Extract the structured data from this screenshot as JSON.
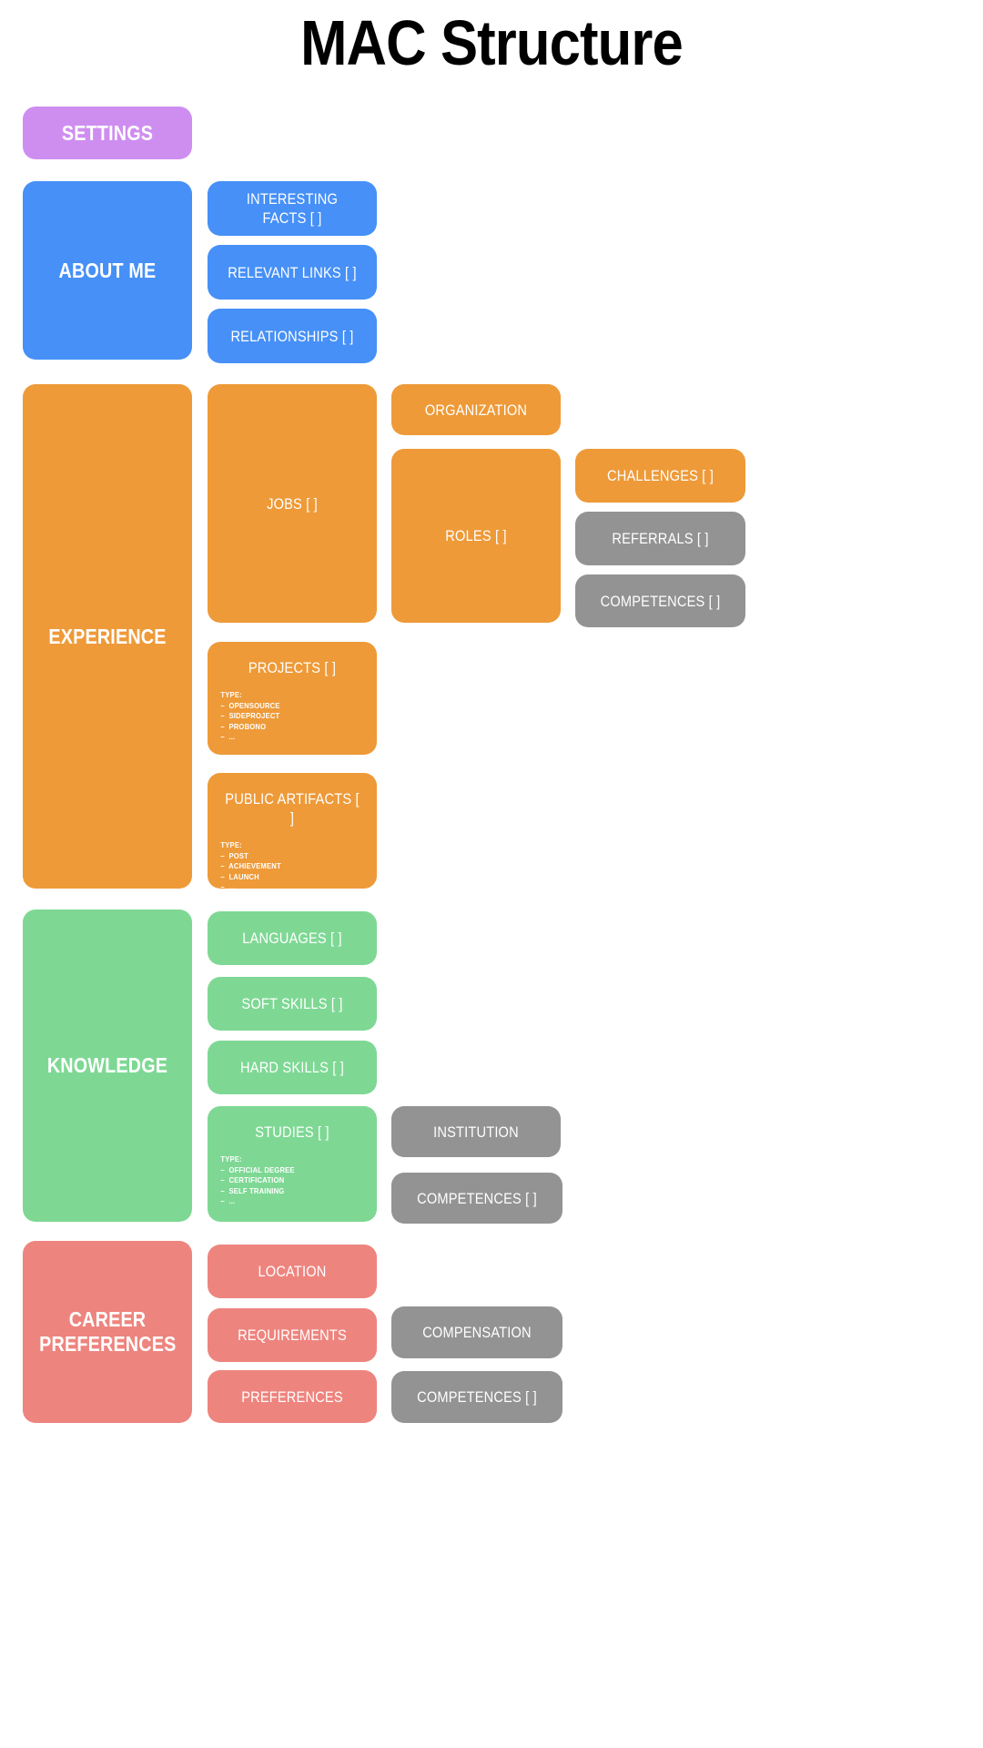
{
  "page": {
    "title": "MAC Structure",
    "background": "#ffffff"
  },
  "colors": {
    "settings": "#ce8ef0",
    "about_me": "#4690f7",
    "experience": "#ee9a38",
    "knowledge": "#7ed894",
    "career_preferences": "#ee847e",
    "shared": "#939393",
    "text": "#ffffff",
    "title": "#000000"
  },
  "sections": [
    {
      "id": "settings",
      "label": "SETTINGS",
      "color": "#ce8ef0",
      "children": []
    },
    {
      "id": "about-me",
      "label": "ABOUT ME",
      "color": "#4690f7",
      "children": [
        {
          "id": "interesting-facts",
          "label": "INTERESTING FACTS [ ]",
          "color": "#4690f7"
        },
        {
          "id": "relevant-links",
          "label": "RELEVANT LINKS [ ]",
          "color": "#4690f7"
        },
        {
          "id": "relationships",
          "label": "RELATIONSHIPS [ ]",
          "color": "#4690f7"
        }
      ]
    },
    {
      "id": "experience",
      "label": "EXPERIENCE",
      "color": "#ee9a38",
      "children": [
        {
          "id": "jobs",
          "label": "JOBS [ ]",
          "color": "#ee9a38"
        },
        {
          "id": "organization",
          "label": "ORGANIZATION",
          "color": "#ee9a38"
        },
        {
          "id": "roles",
          "label": "ROLES [ ]",
          "color": "#ee9a38"
        },
        {
          "id": "challenges",
          "label": "CHALLENGES [ ]",
          "color": "#ee9a38"
        },
        {
          "id": "referrals",
          "label": "REFERRALS [ ]",
          "color": "#939393"
        },
        {
          "id": "competences-experience",
          "label": "COMPETENCES [ ]",
          "color": "#939393"
        },
        {
          "id": "projects",
          "label": "PROJECTS [ ]",
          "color": "#ee9a38",
          "type_head": "TYPE:",
          "type_items": [
            "–  OPENSOURCE",
            "–  SIDEPROJECT",
            "–  PROBONO",
            "–  ..."
          ]
        },
        {
          "id": "public-artifacts",
          "label": "PUBLIC ARTIFACTS [ ]",
          "color": "#ee9a38",
          "type_head": "TYPE:",
          "type_items": [
            "–  POST",
            "–  ACHIEVEMENT",
            "–  LAUNCH",
            "–  ..."
          ]
        }
      ]
    },
    {
      "id": "knowledge",
      "label": "KNOWLEDGE",
      "color": "#7ed894",
      "children": [
        {
          "id": "languages",
          "label": "LANGUAGES [ ]",
          "color": "#7ed894"
        },
        {
          "id": "soft-skills",
          "label": "SOFT SKILLS [ ]",
          "color": "#7ed894"
        },
        {
          "id": "hard-skills",
          "label": "HARD SKILLS [ ]",
          "color": "#7ed894"
        },
        {
          "id": "studies",
          "label": "STUDIES [ ]",
          "color": "#7ed894",
          "type_head": "TYPE:",
          "type_items": [
            "–  OFFICIAL DEGREE",
            "–  CERTIFICATION",
            "–  SELF TRAINING",
            "–  ..."
          ]
        },
        {
          "id": "institution",
          "label": "INSTITUTION",
          "color": "#939393"
        },
        {
          "id": "competences-knowledge",
          "label": "COMPETENCES [ ]",
          "color": "#939393"
        }
      ]
    },
    {
      "id": "career-preferences",
      "label": "CAREER PREFERENCES",
      "color": "#ee847e",
      "children": [
        {
          "id": "location",
          "label": "LOCATION",
          "color": "#ee847e"
        },
        {
          "id": "requirements",
          "label": "REQUIREMENTS",
          "color": "#ee847e"
        },
        {
          "id": "preferences",
          "label": "PREFERENCES",
          "color": "#ee847e"
        },
        {
          "id": "compensation",
          "label": "COMPENSATION",
          "color": "#939393"
        },
        {
          "id": "competences-career",
          "label": "COMPETENCES [ ]",
          "color": "#939393"
        }
      ]
    }
  ]
}
